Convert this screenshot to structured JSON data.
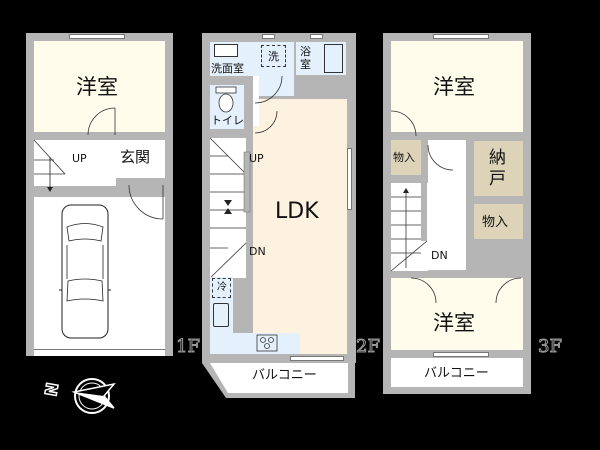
{
  "floors": [
    {
      "id": "1F",
      "label": "1F",
      "rooms": [
        {
          "name": "western-room",
          "label": "洋室"
        },
        {
          "name": "entrance",
          "label": "玄関"
        },
        {
          "name": "stairs",
          "label": "UP"
        },
        {
          "name": "garage",
          "label": ""
        }
      ]
    },
    {
      "id": "2F",
      "label": "2F",
      "rooms": [
        {
          "name": "washroom",
          "label": "洗面室"
        },
        {
          "name": "washing-machine",
          "label": "洗"
        },
        {
          "name": "bathroom",
          "label_line1": "浴",
          "label_line2": "室"
        },
        {
          "name": "toilet",
          "label": "トイレ"
        },
        {
          "name": "ldk",
          "label": "LDK"
        },
        {
          "name": "stairs-up",
          "label": "UP"
        },
        {
          "name": "stairs-down",
          "label": "DN"
        },
        {
          "name": "fridge",
          "label": "冷"
        },
        {
          "name": "balcony",
          "label": "バルコニー"
        }
      ]
    },
    {
      "id": "3F",
      "label": "3F",
      "rooms": [
        {
          "name": "western-room-north",
          "label": "洋室"
        },
        {
          "name": "closet-1",
          "label": "物入"
        },
        {
          "name": "storage",
          "label_line1": "納",
          "label_line2": "戸"
        },
        {
          "name": "closet-2",
          "label": "物入"
        },
        {
          "name": "stairs-down",
          "label": "DN"
        },
        {
          "name": "western-room-south",
          "label": "洋室"
        },
        {
          "name": "balcony",
          "label": "バルコニー"
        }
      ]
    }
  ],
  "compass": {
    "label": "N"
  },
  "colors": {
    "wall": "#b5b5b5",
    "room_yellow": "#fffcec",
    "ldk": "#fdf1df",
    "wet_area": "#e4f0fb",
    "storage": "#ddd3b8",
    "background": "#000000"
  }
}
